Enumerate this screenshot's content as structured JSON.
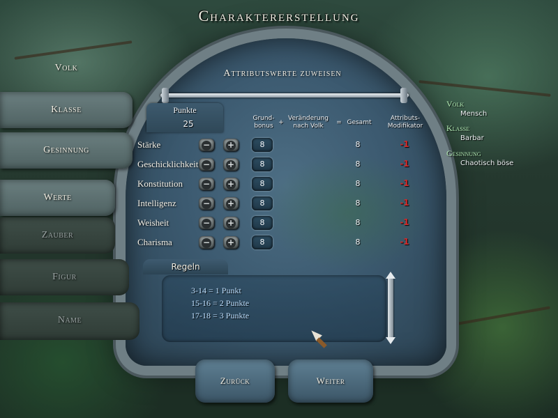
{
  "title": "Charaktererstellung",
  "subtitle": "Attributswerte zuweisen",
  "menu": [
    {
      "label": "Volk",
      "state": "bright"
    },
    {
      "label": "Klasse",
      "state": "stone"
    },
    {
      "label": "Gesinnung",
      "state": "stone"
    },
    {
      "label": "Werte",
      "state": "stone"
    },
    {
      "label": "Zauber",
      "state": "dim"
    },
    {
      "label": "Figur",
      "state": "dim"
    },
    {
      "label": "Name",
      "state": "dim"
    }
  ],
  "summary": {
    "volk_label": "Volk",
    "volk_value": "Mensch",
    "klasse_label": "Klasse",
    "klasse_value": "Barbar",
    "gesinnung_label": "Gesinnung",
    "gesinnung_value": "Chaotisch böse"
  },
  "points": {
    "label": "Punkte",
    "value": "25"
  },
  "headers": {
    "grundbonus": "Grund-\nbonus",
    "plus": "+",
    "volk": "Veränderung\nnach Volk",
    "equals": "=",
    "gesamt": "Gesamt",
    "modifikator": "Attributs-\nModifikator"
  },
  "attributes": [
    {
      "name": "Stärke",
      "base": "8",
      "total": "8",
      "mod": "-1"
    },
    {
      "name": "Geschicklichkeit",
      "base": "8",
      "total": "8",
      "mod": "-1"
    },
    {
      "name": "Konstitution",
      "base": "8",
      "total": "8",
      "mod": "-1"
    },
    {
      "name": "Intelligenz",
      "base": "8",
      "total": "8",
      "mod": "-1"
    },
    {
      "name": "Weisheit",
      "base": "8",
      "total": "8",
      "mod": "-1"
    },
    {
      "name": "Charisma",
      "base": "8",
      "total": "8",
      "mod": "-1"
    }
  ],
  "rules": {
    "tab": "Regeln",
    "lines": [
      "3-14 = 1 Punkt",
      "15-16 = 2 Punkte",
      "17-18 = 3 Punkte"
    ]
  },
  "nav": {
    "back": "Zurück",
    "next": "Weiter"
  },
  "icons": {
    "minus": "minus-icon",
    "plus": "plus-icon"
  }
}
